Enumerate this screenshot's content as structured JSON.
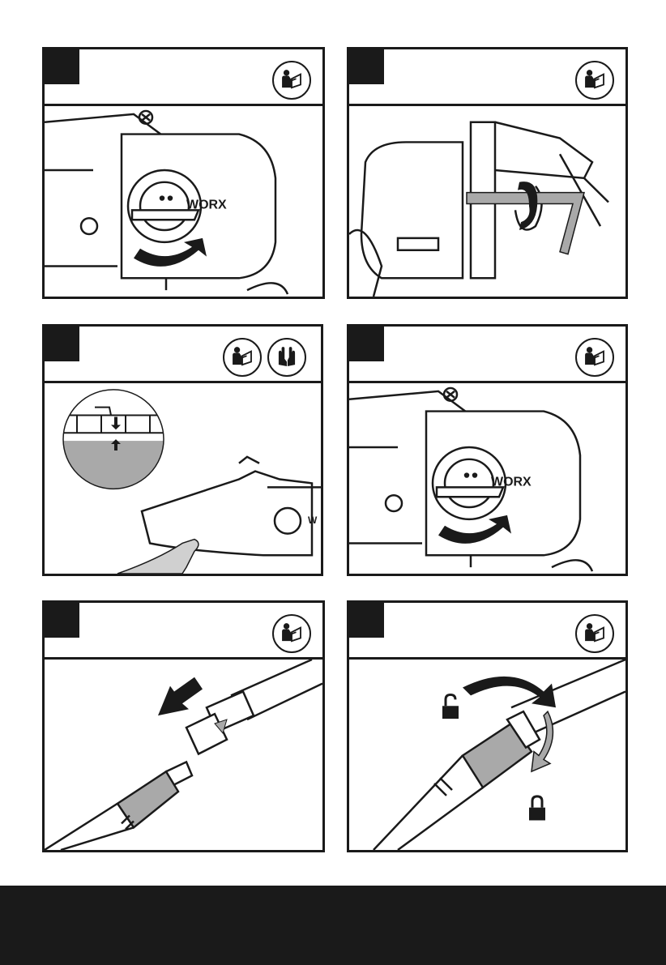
{
  "colors": {
    "ink": "#1a1a1a",
    "gray": "#a9a9a9",
    "light_gray": "#d0d0d0",
    "footer": "#1a1a1a"
  },
  "panels": [
    {
      "step": "",
      "icons": [
        "read-manual-icon"
      ],
      "illustration": "chain-cover-knob-loosen"
    },
    {
      "step": "",
      "icons": [
        "read-manual-icon"
      ],
      "illustration": "chain-tension-wrench"
    },
    {
      "step": "",
      "icons": [
        "read-manual-icon",
        "gloves-icon"
      ],
      "illustration": "chain-tension-check"
    },
    {
      "step": "",
      "icons": [
        "read-manual-icon"
      ],
      "illustration": "chain-cover-knob-tighten"
    },
    {
      "step": "",
      "icons": [
        "read-manual-icon"
      ],
      "illustration": "pole-connect"
    },
    {
      "step": "",
      "icons": [
        "read-manual-icon"
      ],
      "illustration": "pole-lock-collar"
    }
  ],
  "logo_text": "WORX"
}
